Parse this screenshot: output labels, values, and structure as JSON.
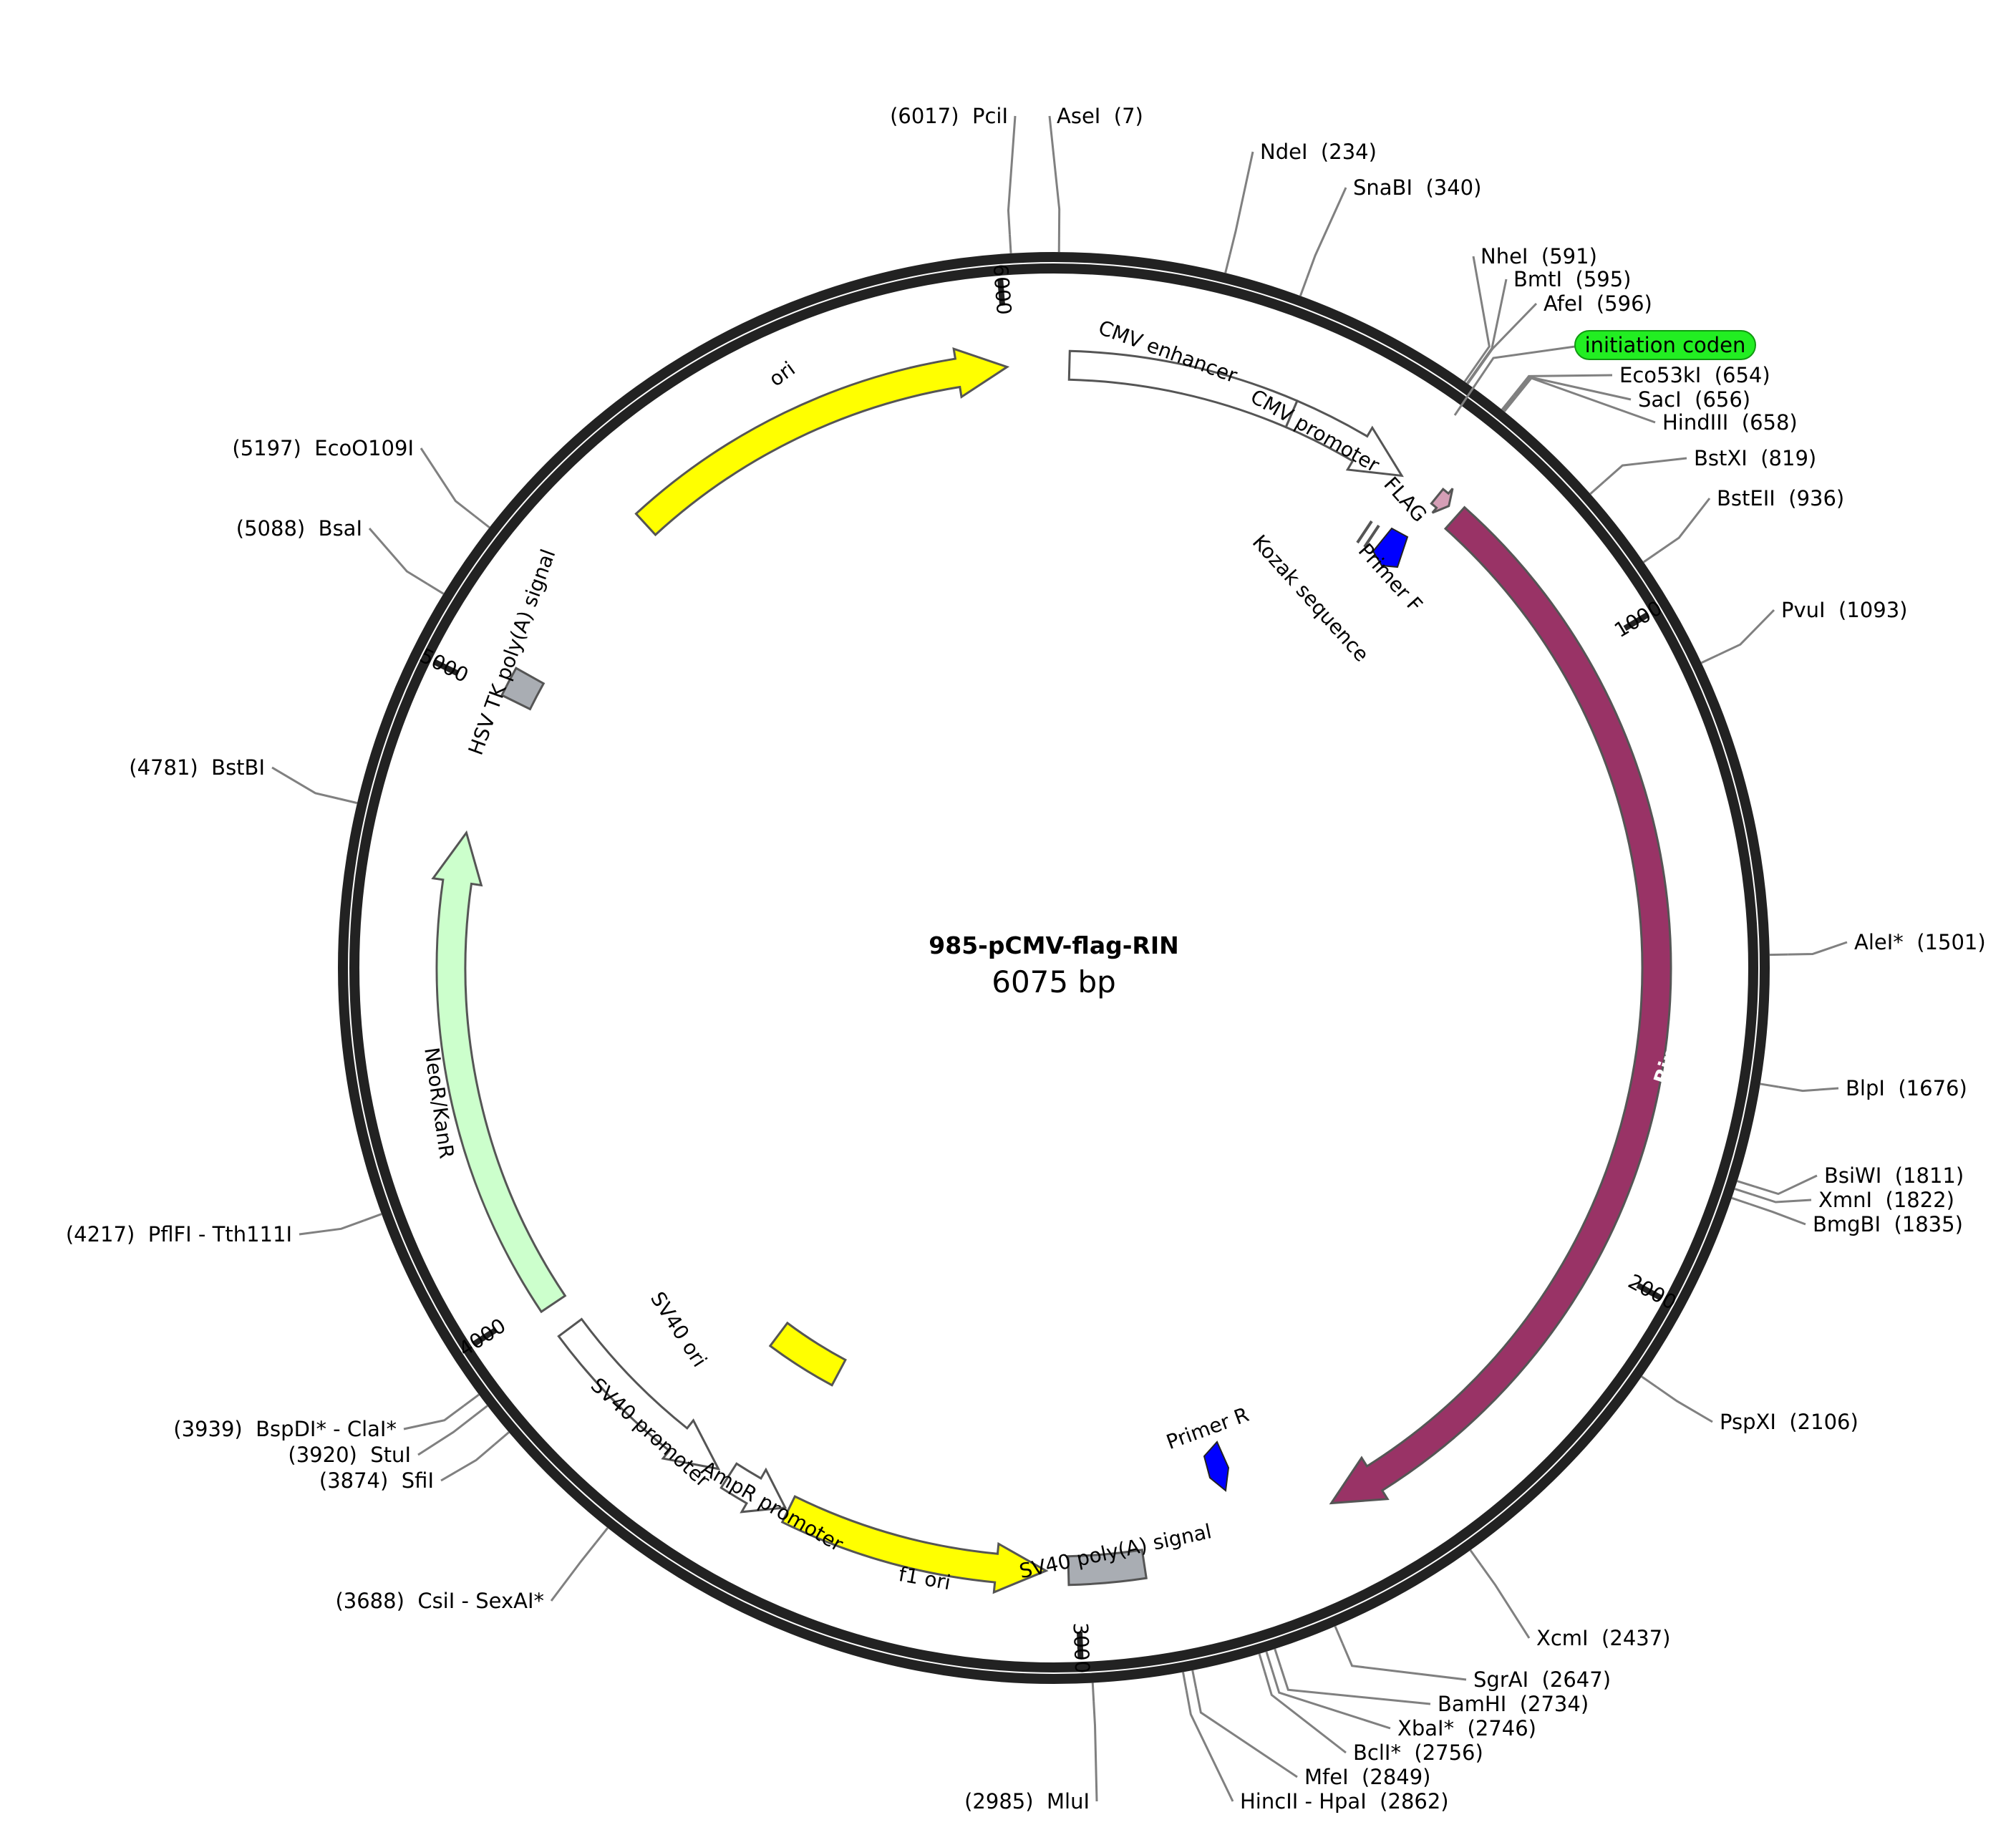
{
  "plasmid": {
    "name": "985-pCMV-flag-RIN",
    "size_label": "6075 bp",
    "length": 6075
  },
  "ticks": [
    {
      "pos": 1000,
      "label": "1000"
    },
    {
      "pos": 2000,
      "label": "2000"
    },
    {
      "pos": 3000,
      "label": "3000"
    },
    {
      "pos": 4000,
      "label": "4000"
    },
    {
      "pos": 5000,
      "label": "5000"
    },
    {
      "pos": 6000,
      "label": "6000"
    }
  ],
  "features": [
    {
      "name": "ori",
      "label": "ori",
      "kind": "arrow",
      "start": 5356,
      "end": 6000,
      "dir": 1,
      "color": "#ffff00"
    },
    {
      "name": "cmv-enhancer",
      "label": "CMV enhancer",
      "kind": "box",
      "start": 25,
      "end": 392,
      "color": "#ffffff"
    },
    {
      "name": "cmv-promoter",
      "label": "CMV promoter",
      "kind": "arrow",
      "start": 392,
      "end": 595,
      "dir": 1,
      "color": "#ffffff"
    },
    {
      "name": "flag",
      "label": "FLAG",
      "kind": "arrow",
      "start": 660,
      "end": 684,
      "dir": 1,
      "color": "#d59eb6"
    },
    {
      "name": "rin",
      "label": "Rin",
      "kind": "arrow",
      "start": 704,
      "end": 2575,
      "dir": 1,
      "color": "#993366"
    },
    {
      "name": "sv40-polya",
      "label": "SV40 poly(A) signal",
      "kind": "box",
      "start": 2892,
      "end": 3014,
      "color": "#a9adb3"
    },
    {
      "name": "f1-ori",
      "label": "f1 ori",
      "kind": "arrow",
      "start": 3050,
      "end": 3478,
      "dir": -1,
      "color": "#ffff00"
    },
    {
      "name": "ampr-promoter",
      "label": "AmpR promoter",
      "kind": "arrow",
      "start": 3484,
      "end": 3588,
      "dir": -1,
      "color": "#ffffff"
    },
    {
      "name": "sv40-promoter",
      "label": "SV40 promoter",
      "kind": "arrow",
      "start": 3608,
      "end": 3938,
      "dir": -1,
      "color": "#ffffff"
    },
    {
      "name": "neor-kanr",
      "label": "NeoR/KanR",
      "kind": "arrow",
      "start": 3985,
      "end": 4775,
      "dir": 1,
      "color": "#ccffcc"
    },
    {
      "name": "sv40-ori",
      "label": "SV40 ori",
      "kind": "box",
      "start": 3510,
      "end": 3660,
      "color": "#ffff00",
      "ring": "inner"
    },
    {
      "name": "hsv-tk-polya",
      "label": "HSV TK poly(A) signal",
      "kind": "box",
      "start": 5000,
      "end": 5048,
      "color": "#a9adb3",
      "ring": "inner"
    },
    {
      "name": "kozak",
      "label": "Kozak sequence",
      "kind": "marks"
    },
    {
      "name": "primer-f",
      "label": "Primer F",
      "kind": "primer",
      "color": "#0000ff"
    },
    {
      "name": "primer-r",
      "label": "Primer R",
      "kind": "primer",
      "color": "#0000ff"
    }
  ],
  "initiation_label": "initiation coden",
  "initiation_color": "#22ee22",
  "sites": [
    {
      "name": "AseI",
      "pos": 7,
      "text": [
        {
          "t": "AseI",
          "s": "bold"
        },
        {
          "t": "  (7)",
          "s": ""
        }
      ]
    },
    {
      "name": "PciI",
      "pos": 6017,
      "text": [
        {
          "t": "(6017)  ",
          "s": ""
        },
        {
          "t": "PciI",
          "s": "bold"
        }
      ]
    },
    {
      "name": "NdeI",
      "pos": 234,
      "text": [
        {
          "t": "NdeI",
          "s": "bold"
        },
        {
          "t": "  (234)",
          "s": ""
        }
      ]
    },
    {
      "name": "SnaBI",
      "pos": 340,
      "text": [
        {
          "t": "SnaBI",
          "s": "bold"
        },
        {
          "t": "  (340)",
          "s": ""
        }
      ]
    },
    {
      "name": "NheI",
      "pos": 591,
      "text": [
        {
          "t": "NheI",
          "s": "bold"
        },
        {
          "t": "  (591)",
          "s": ""
        }
      ]
    },
    {
      "name": "BmtI",
      "pos": 595,
      "text": [
        {
          "t": "BmtI",
          "s": "bold"
        },
        {
          "t": "  (595)",
          "s": ""
        }
      ]
    },
    {
      "name": "AfeI",
      "pos": 596,
      "text": [
        {
          "t": "AfeI",
          "s": "bold"
        },
        {
          "t": "  (596)",
          "s": ""
        }
      ]
    },
    {
      "name": "Eco53kI",
      "pos": 654,
      "text": [
        {
          "t": "Eco53kI",
          "s": "bold"
        },
        {
          "t": "  (654)",
          "s": ""
        }
      ]
    },
    {
      "name": "SacI",
      "pos": 656,
      "text": [
        {
          "t": "SacI",
          "s": "bold"
        },
        {
          "t": "  (656)",
          "s": ""
        }
      ]
    },
    {
      "name": "HindIII",
      "pos": 658,
      "text": [
        {
          "t": "HindIII",
          "s": "bold"
        },
        {
          "t": "  (658)",
          "s": ""
        }
      ]
    },
    {
      "name": "BstXI",
      "pos": 819,
      "text": [
        {
          "t": "BstXI",
          "s": "bold"
        },
        {
          "t": "  (819)",
          "s": ""
        }
      ]
    },
    {
      "name": "BstEII",
      "pos": 936,
      "text": [
        {
          "t": "BstEII",
          "s": "bold"
        },
        {
          "t": "  (936)",
          "s": ""
        }
      ]
    },
    {
      "name": "PvuI",
      "pos": 1093,
      "text": [
        {
          "t": "PvuI",
          "s": "bold"
        },
        {
          "t": "  (1093)",
          "s": ""
        }
      ]
    },
    {
      "name": "AleI",
      "pos": 1501,
      "text": [
        {
          "t": "AleI*",
          "s": "boldgray"
        },
        {
          "t": "  (1501)",
          "s": ""
        }
      ]
    },
    {
      "name": "BlpI",
      "pos": 1676,
      "text": [
        {
          "t": "BlpI",
          "s": "bold"
        },
        {
          "t": "  (1676)",
          "s": ""
        }
      ]
    },
    {
      "name": "BsiWI",
      "pos": 1811,
      "text": [
        {
          "t": "BsiWI",
          "s": "bold"
        },
        {
          "t": "  (1811)",
          "s": ""
        }
      ]
    },
    {
      "name": "XmnI",
      "pos": 1822,
      "text": [
        {
          "t": "XmnI",
          "s": "bold"
        },
        {
          "t": "  (1822)",
          "s": ""
        }
      ]
    },
    {
      "name": "BmgBI",
      "pos": 1835,
      "text": [
        {
          "t": "BmgBI",
          "s": "bold"
        },
        {
          "t": "  (1835)",
          "s": ""
        }
      ]
    },
    {
      "name": "PspXI",
      "pos": 2106,
      "text": [
        {
          "t": "PspXI",
          "s": "bold"
        },
        {
          "t": "  (2106)",
          "s": ""
        }
      ]
    },
    {
      "name": "XcmI",
      "pos": 2437,
      "text": [
        {
          "t": "XcmI",
          "s": "bold"
        },
        {
          "t": "  (2437)",
          "s": ""
        }
      ]
    },
    {
      "name": "SgrAI",
      "pos": 2647,
      "text": [
        {
          "t": "SgrAI",
          "s": "bold"
        },
        {
          "t": "  (2647)",
          "s": ""
        }
      ]
    },
    {
      "name": "BamHI",
      "pos": 2734,
      "text": [
        {
          "t": "BamHI",
          "s": "bold"
        },
        {
          "t": "  (2734)",
          "s": ""
        }
      ]
    },
    {
      "name": "XbaI",
      "pos": 2746,
      "text": [
        {
          "t": "XbaI*",
          "s": "boldgray"
        },
        {
          "t": "  (2746)",
          "s": ""
        }
      ]
    },
    {
      "name": "BclI",
      "pos": 2756,
      "text": [
        {
          "t": "BclI*",
          "s": "boldgray"
        },
        {
          "t": "  (2756)",
          "s": ""
        }
      ]
    },
    {
      "name": "MfeI",
      "pos": 2849,
      "text": [
        {
          "t": "MfeI",
          "s": "bold"
        },
        {
          "t": "  (2849)",
          "s": ""
        }
      ]
    },
    {
      "name": "HincII-HpaI",
      "pos": 2862,
      "text": [
        {
          "t": "HincII",
          "s": "bold"
        },
        {
          "t": " - ",
          "s": ""
        },
        {
          "t": "HpaI",
          "s": "bold"
        },
        {
          "t": "  (2862)",
          "s": ""
        }
      ]
    },
    {
      "name": "MluI",
      "pos": 2985,
      "text": [
        {
          "t": "(2985)  ",
          "s": ""
        },
        {
          "t": "MluI",
          "s": "bold"
        }
      ]
    },
    {
      "name": "CsiI-SexAI",
      "pos": 3688,
      "text": [
        {
          "t": "(3688)  ",
          "s": ""
        },
        {
          "t": "CsiI",
          "s": "bold"
        },
        {
          "t": " - ",
          "s": ""
        },
        {
          "t": "SexAI*",
          "s": "boldgray"
        }
      ]
    },
    {
      "name": "SfiI",
      "pos": 3874,
      "text": [
        {
          "t": "(3874)  ",
          "s": ""
        },
        {
          "t": "SfiI",
          "s": "bold"
        }
      ]
    },
    {
      "name": "StuI",
      "pos": 3920,
      "text": [
        {
          "t": "(3920)  ",
          "s": ""
        },
        {
          "t": "StuI",
          "s": "bold"
        }
      ]
    },
    {
      "name": "BspDI-ClaI",
      "pos": 3939,
      "text": [
        {
          "t": "(3939)  ",
          "s": ""
        },
        {
          "t": "BspDI*",
          "s": "boldgray"
        },
        {
          "t": " - ",
          "s": ""
        },
        {
          "t": "ClaI*",
          "s": "boldgray"
        }
      ]
    },
    {
      "name": "PflFI-Tth111I",
      "pos": 4217,
      "text": [
        {
          "t": "(4217)  ",
          "s": ""
        },
        {
          "t": "PflFI",
          "s": "bold"
        },
        {
          "t": " - ",
          "s": ""
        },
        {
          "t": "Tth111I",
          "s": "bold"
        }
      ]
    },
    {
      "name": "BstBI",
      "pos": 4781,
      "text": [
        {
          "t": "(4781)  ",
          "s": ""
        },
        {
          "t": "BstBI",
          "s": "bold"
        }
      ]
    },
    {
      "name": "BsaI",
      "pos": 5088,
      "text": [
        {
          "t": "(5088)  ",
          "s": ""
        },
        {
          "t": "BsaI",
          "s": "bold"
        }
      ]
    },
    {
      "name": "EcoO109I",
      "pos": 5197,
      "text": [
        {
          "t": "(5197)  ",
          "s": ""
        },
        {
          "t": "EcoO109I",
          "s": "bold"
        }
      ]
    }
  ]
}
